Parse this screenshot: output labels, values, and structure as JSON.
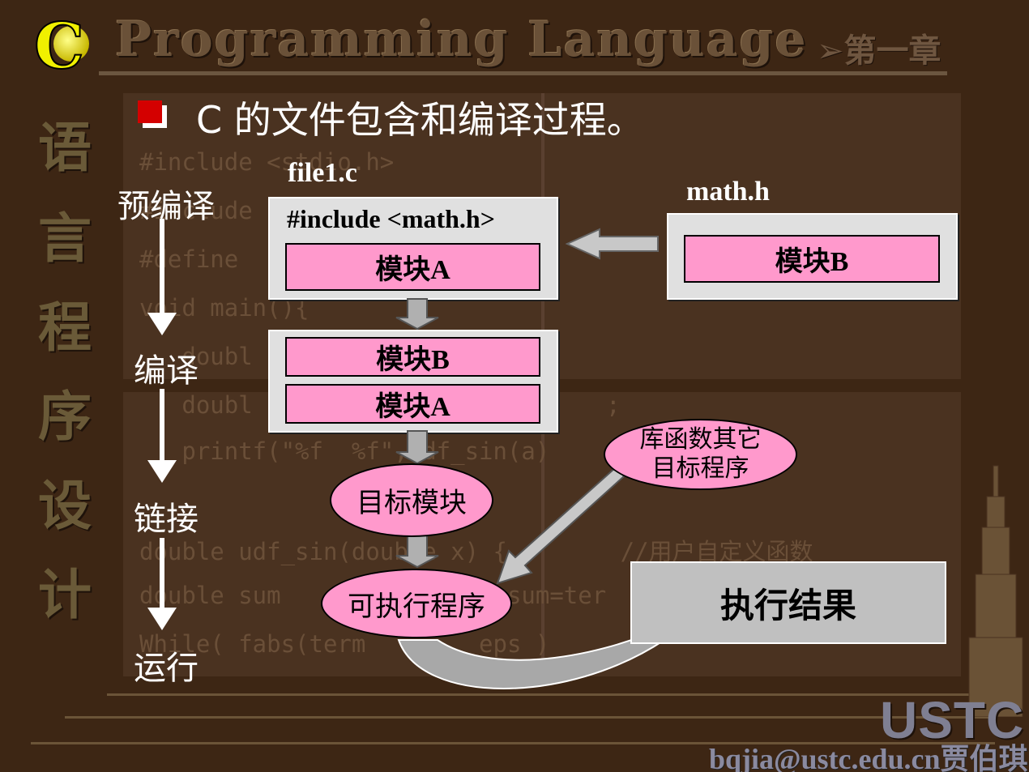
{
  "header": {
    "logo_letter": "C",
    "title": "Programming Language",
    "chapter": "➢第一章"
  },
  "side_title": [
    "语",
    "言",
    "程",
    "序",
    "设",
    "计"
  ],
  "heading": "C 的文件包含和编译过程。",
  "background_code": [
    "#include <stdio.h>",
    "#include",
    "#define  F",
    "void main(){",
    "   doubl",
    "   doubl                         ;",
    "   printf(\"%f  %f\",udf_sin(a)",
    "",
    "double udf_sin(double x) {        //用户自定义函数",
    "double sum                sum=ter",
    "While( fabs(term        eps )"
  ],
  "stages": {
    "precompile": "预编译",
    "compile": "编译",
    "link": "链接",
    "run": "运行"
  },
  "file1": {
    "label": "file1.c",
    "include": "#include <math.h>",
    "module_a": "模块A"
  },
  "math_h": {
    "label": "math.h",
    "module_b": "模块B"
  },
  "compiled": {
    "module_b": "模块B",
    "module_a": "模块A"
  },
  "object_module": "目标模块",
  "library": {
    "line1": "库函数其它",
    "line2": "目标程序"
  },
  "executable": "可执行程序",
  "result": "执行结果",
  "footer": {
    "ustc": "USTC",
    "contact": "bqjia@ustc.edu.cn贾伯琪"
  },
  "colors": {
    "background": "#3d2614",
    "module_fill": "#ff99cc",
    "box_fill": "#e0e0e0",
    "result_fill": "#c0c0c0",
    "bullet": "#d40000"
  }
}
